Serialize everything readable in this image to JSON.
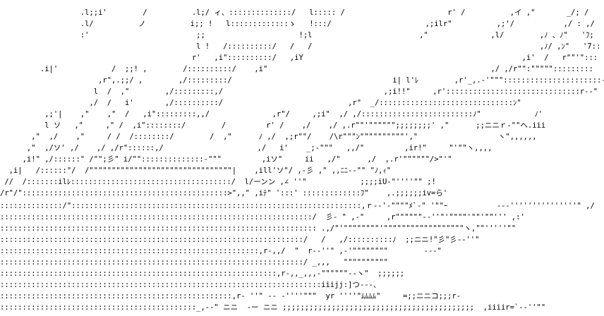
{
  "art": {
    "lines": [
      "                  .l;;i'        /          .l;/ ィ、::::::::::::::/   l::::: /                       r' /          ,イ ,\"       _/; /",
      "                  .l/          ノ          i;; !   l:::::::::::::ゝ   !:::/                     ,;ilr\"          ,;'/           ,/ : ,/",
      "                  :'                        ;;                     !;l                        ,\"              ,l/        ,ﾉ 、ﾉ\"   'ﾌ;",
      "                                            l !   /::::::::::/   /   /                                                   ,ﾉ/ ,ﾝ\"   '7::",
      "                                           r'   ,i\"::::::::::/   ,iY                                                 ,i'  /   r\"\"'\":::",
      "         .i|'            /  ;;! ,        /::::::::::/    ,i\"                                                  ,/ ,/r\"\":\"\"\"\"\":::::::::",
      "                      ,r\",.;;/ ,        ,/:::::::::/                                    i| l'ﾚ        ,r'_,.-'\"\"\"::::::::::::::::::::::--",
      "                     l  /  ,\"        ,/:::::::::,/                                    ,;i!!\"     ,r'::::::::::::::::::::::::::::::r--\"",
      "                    ,/  /   i'       ,/::::::::::/                            ,r\"  _/::::::::::::::::::::::::::::::ﾝ\"",
      "          ,;'|    ,\"    ,\"  /   ,i\":::::::::,,/              ,r\"/     ,;i\"  ,/ ,/:::::::::::::::::::::::::ﾉ\"            ﾉ'",
      "          l ソ   ,\"     ,\" /  ,i\"::::::::/        /         r' /    ,/    ,/ ,.r\"\"'\"\"\"\"\"\";;;;;;;;' ,\"      ;;ニニｒ-\"\"ヘ.iii",
      "       ,\"  ,/    ,\"     / /  /::::::::/        /  ,\"      ﾉ ,/  ,;r\"\"/    /\\r\"\"\"ﾝ\"\"\"\"\"\"\"\"\"\"',\"                  ヽ\",,,,,,",
      "      ,\"  ,/ソ' ,/    ,/ ,/r\"::::::,/                     ,/   i'    _;-\"\"\"   ,,/\"         ,ir!\"     \"'\"\"ヽ,,,,",
      "     ,i!\" ,/::::::\" /\"\";彡\" i/\"\"::::::::::::::-\"\"\"         ,iソ\"     ii   ,/\"      ,/  ,.r'\"\"\"\"\"\"/>\"'\"",
      "  ,i|   /::::::\"/  /\"\"\"\"\"\"\"\"\"\"\"\"\"\"\"\"\"\"\"\"\"\"\"\"\"\"\"\"\"\"\"\"|    ,ill'ソ\"/ ,-彡 ,\" ,,ﾆﾆ--\"\" \"ﾉ,ｨ\"",
      " //  /:::::::ilﾚ::::::::::::::::::::::::::::::::::::/  l/ーンン ,∠ ''\"            ;;;;iU-\"''''\"\" ;!",
      "/r\"/\"::::::::::::::::::::::::::::::::::::::::::::::>\",,\" ,iﾃ\" ':::' :::::::::::::ﾌ\"    ,.;;;;;;iv=ら'",
      "::::::::::::::/\":::::::::::::::::::::::::::::::::::::::::::::::::::::::::::::::::,ｒ--'-\"\"\"\"ﾒ`-\" '\"\"ｰ           ‐‐-'''''''''''''''\" ,/",
      "::::::::::::::::::::::::::::::::::::::::::::::::::::::::::::::::::::::/  彡- \" ,-\"     ,r\"\"\"\"\"\"--''\"'\"\"\"\"'\"\"'\"\"''' ,:'",
      "::::::::::::::::::::::::::::::::::::::::::::::::::::::::::::::::::::::: .,/\"'\"\"\"\"\"\"\"\"'\"\"\"\"\"\"\"\"\"\"\"\"\"\"\"\"\"\"ヽ,\"\"'''''\"\"",
      "::::::::::::::::::::::::::::::::::::::::::::::::::::::::::::::::::::/   /   ,/::::::::::ﾉ  ;;ニニ!\"彡\"彡--''\"",
      "::::::::::::::::::::::::::::::::::::::::::::::::::::::::::,r-,,/  \"  r--''\" ,-'\"\"\"\"\"\"\"\"        ---\"",
      "::::::::::::::::::::::::::::::::::::::::::::::::::::::::::::::::::::/ _,,,   \"\"\"\"\"\"\"\"\"\"",
      "::::::::::::::::::::::::::::::::::::::::::::::::::::::::::::::,r-,,_,,,-\"\"\"\"\"\"--ヽ\"  ;;;;;;",
      "::::::::::::::::::::::::::::::::::::::::::::::::::::::::::::::::::::::::iiijj:]つ-‐-、",
      "::::::::::::::::::::::::::::::::::::::::::::::::::::,r- ''\" -‐ -''''\"\"\"  yr ''''\"ﾑﾑﾑﾑ\"     =;;ニニコ;;;r-",
      "::::::::::::::::::::::::::::::::::::::::::::_,-‐\" ニニ  -ー ニニ ;;;;;;;;;;;;;;;;;;;;;;;;;;;;;;;;;;;;;;;;;;;  ,iiiir=`-‐''\"\""
    ]
  }
}
